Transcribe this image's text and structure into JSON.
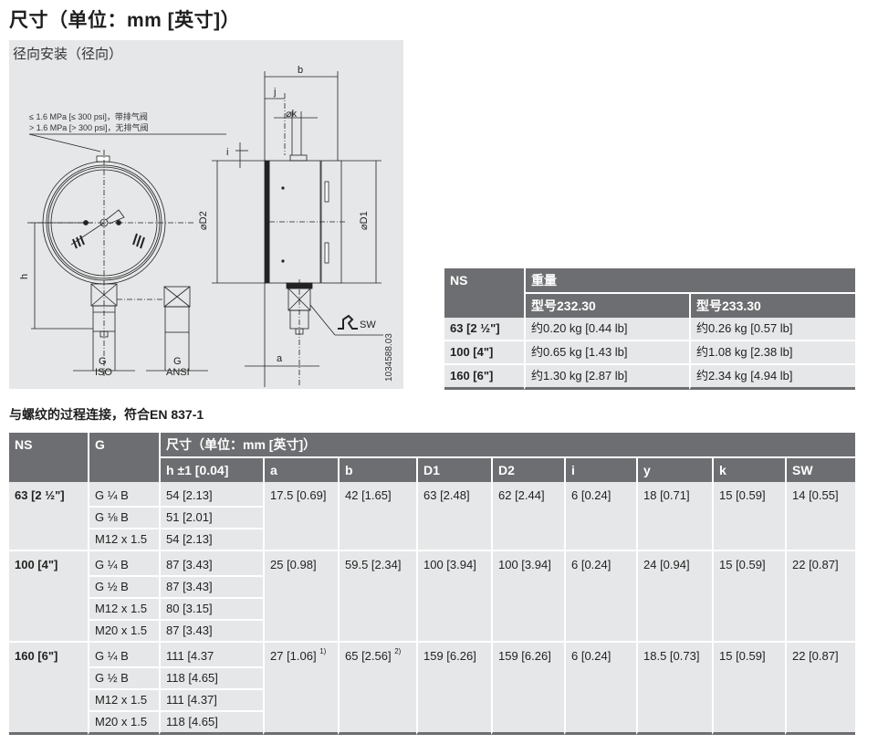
{
  "page_title": "尺寸（单位：mm [英寸]）",
  "drawing": {
    "caption": "径向安装（径向）",
    "note_line1": "≤ 1.6 MPa [≤ 300 psi]，带排气阀",
    "note_line2": "> 1.6 MPa [> 300 psi]，无排气阀",
    "labels": {
      "b": "b",
      "j": "j",
      "k": "⌀k",
      "i": "i",
      "D2": "⌀D2",
      "D1": "⌀D1",
      "h": "h",
      "G": "G",
      "ISO": "ISO",
      "ANSI": "ANSI",
      "a": "a",
      "SW": "SW"
    },
    "drawing_id": "1034588.03"
  },
  "weight_table": {
    "header": {
      "ns": "NS",
      "group": "重量",
      "col1": "型号232.30",
      "col2": "型号233.30"
    },
    "rows": [
      {
        "ns": "63 [2 ½\"]",
        "v1": "约0.20 kg [0.44 lb]",
        "v2": "约0.26 kg [0.57 lb]"
      },
      {
        "ns": "100 [4\"]",
        "v1": "约0.65 kg [1.43 lb]",
        "v2": "约1.08 kg [2.38 lb]"
      },
      {
        "ns": "160 [6\"]",
        "v1": "约1.30 kg [2.87 lb]",
        "v2": "约2.34 kg [4.94 lb]"
      }
    ]
  },
  "dims_section_title": "与螺纹的过程连接，符合EN 837-1",
  "dims_table": {
    "header": {
      "ns": "NS",
      "g": "G",
      "group": "尺寸（单位：mm [英寸]）",
      "cols": [
        "h ±1 [0.04]",
        "a",
        "b",
        "D1",
        "D2",
        "i",
        "y",
        "k",
        "SW"
      ]
    },
    "groups": [
      {
        "ns": "63 [2 ½\"]",
        "threads": [
          {
            "g": "G ¼ B",
            "h": "54 [2.13]"
          },
          {
            "g": "G ⅛ B",
            "h": "51 [2.01]"
          },
          {
            "g": "M12 x 1.5",
            "h": "54 [2.13]"
          }
        ],
        "a": "17.5 [0.69]",
        "a_note": "",
        "b": "42 [1.65]",
        "b_note": "",
        "D1": "63 [2.48]",
        "D2": "62 [2.44]",
        "i": "6 [0.24]",
        "y": "18 [0.71]",
        "k": "15 [0.59]",
        "SW": "14 [0.55]"
      },
      {
        "ns": "100 [4\"]",
        "threads": [
          {
            "g": "G ¼ B",
            "h": "87 [3.43]"
          },
          {
            "g": "G ½ B",
            "h": "87 [3.43]"
          },
          {
            "g": "M12 x 1.5",
            "h": "80 [3.15]"
          },
          {
            "g": "M20 x 1.5",
            "h": "87 [3.43]"
          }
        ],
        "a": "25 [0.98]",
        "a_note": "",
        "b": "59.5 [2.34]",
        "b_note": "",
        "D1": "100 [3.94]",
        "D2": "100 [3.94]",
        "i": "6 [0.24]",
        "y": "24 [0.94]",
        "k": "15 [0.59]",
        "SW": "22 [0.87]"
      },
      {
        "ns": "160 [6\"]",
        "threads": [
          {
            "g": "G ¼ B",
            "h": "111 [4.37"
          },
          {
            "g": "G ½ B",
            "h": "118 [4.65]"
          },
          {
            "g": "M12 x 1.5",
            "h": "111 [4.37]"
          },
          {
            "g": "M20 x 1.5",
            "h": "118 [4.65]"
          }
        ],
        "a": "27 [1.06]",
        "a_note": "1)",
        "b": "65 [2.56]",
        "b_note": "2)",
        "D1": "159 [6.26]",
        "D2": "159 [6.26]",
        "i": "6 [0.24]",
        "y": "18.5 [0.73]",
        "k": "15 [0.59]",
        "SW": "22 [0.87]"
      }
    ]
  },
  "colors": {
    "header_bg": "#6d6e71",
    "cell_bg": "#e6e7e8",
    "drawing_bg": "#e6e7e8"
  }
}
